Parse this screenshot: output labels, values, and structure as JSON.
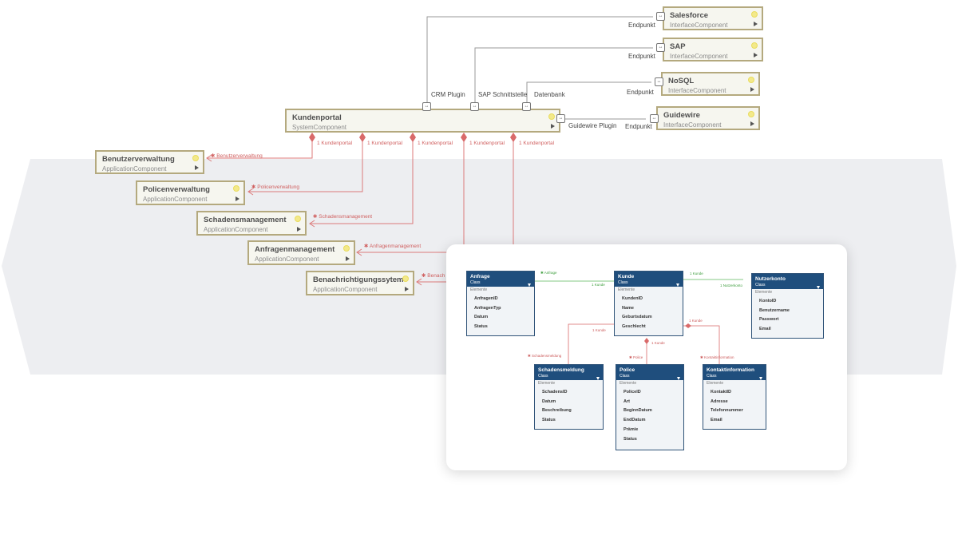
{
  "system_component": {
    "name": "Kundenportal",
    "type": "SystemComponent"
  },
  "interfaces": [
    {
      "name": "Salesforce",
      "type": "InterfaceComponent",
      "endpoint": "Endpunkt"
    },
    {
      "name": "SAP",
      "type": "InterfaceComponent",
      "endpoint": "Endpunkt"
    },
    {
      "name": "NoSQL",
      "type": "InterfaceComponent",
      "endpoint": "Endpunkt"
    },
    {
      "name": "Guidewire",
      "type": "InterfaceComponent",
      "endpoint": "Endpunkt"
    }
  ],
  "plugins": [
    "CRM Plugin",
    "SAP Schnittstelle",
    "Datenbank",
    "Guidewire Plugin"
  ],
  "applications": [
    {
      "name": "Benutzerverwaltung",
      "type": "ApplicationComponent",
      "role": "Benutzerverwaltung",
      "portal_mult": "1 Kundenportal"
    },
    {
      "name": "Policenverwaltung",
      "type": "ApplicationComponent",
      "role": "Policenverwaltung",
      "portal_mult": "1 Kundenportal"
    },
    {
      "name": "Schadensmanagement",
      "type": "ApplicationComponent",
      "role": "Schadensmanagement",
      "portal_mult": "1 Kundenportal"
    },
    {
      "name": "Anfragenmanagement",
      "type": "ApplicationComponent",
      "role": "Anfragenmanagement",
      "portal_mult": "1 Kundenportal"
    },
    {
      "name": "Benachrichtigungssytem",
      "type": "ApplicationComponent",
      "role": "Benach",
      "portal_mult": "1 Kundenportal"
    }
  ],
  "class_section_label": "Elemente",
  "classes": [
    {
      "name": "Anfrage",
      "stereotype": "Class",
      "attributes": [
        "AnfragenID",
        "AnfragenTyp",
        "Datum",
        "Status"
      ]
    },
    {
      "name": "Kunde",
      "stereotype": "Class",
      "attributes": [
        "KundenID",
        "Name",
        "Geburtsdatum",
        "Geschlecht"
      ]
    },
    {
      "name": "Nutzerkonto",
      "stereotype": "Class",
      "attributes": [
        "KontoID",
        "Benutzername",
        "Passwort",
        "Email"
      ]
    },
    {
      "name": "Schadensmeldung",
      "stereotype": "Class",
      "attributes": [
        "SchadensID",
        "Datum",
        "Beschreibung",
        "Status"
      ]
    },
    {
      "name": "Police",
      "stereotype": "Class",
      "attributes": [
        "PoliceID",
        "Art",
        "BeginnDatum",
        "EndDatum",
        "Prämie",
        "Status"
      ]
    },
    {
      "name": "Kontaktinformation",
      "stereotype": "Class",
      "attributes": [
        "KontaktID",
        "Adresse",
        "Telefonnummer",
        "Email"
      ]
    }
  ],
  "class_relations": {
    "anfrage_role": "Anfrage",
    "anfrage_kunde": "1 Kunde",
    "nutzer_kunde": "1 Kunde",
    "nutzerkonto_role": "1 Nutzerkonto",
    "schaden_kunde": "1 Kunde",
    "schaden_role": "Schadensmeldung",
    "police_kunde": "1 Kunde",
    "police_role": "Police",
    "kontakt_kunde": "1 Kunde",
    "kontakt_role": "Kontaktinformation"
  },
  "colors": {
    "component_border": "#b4a97e",
    "component_fill": "#f6f6ef",
    "aggregation": "#d96a6a",
    "class_header": "#1f4e7d",
    "association": "#3e9e3e"
  }
}
